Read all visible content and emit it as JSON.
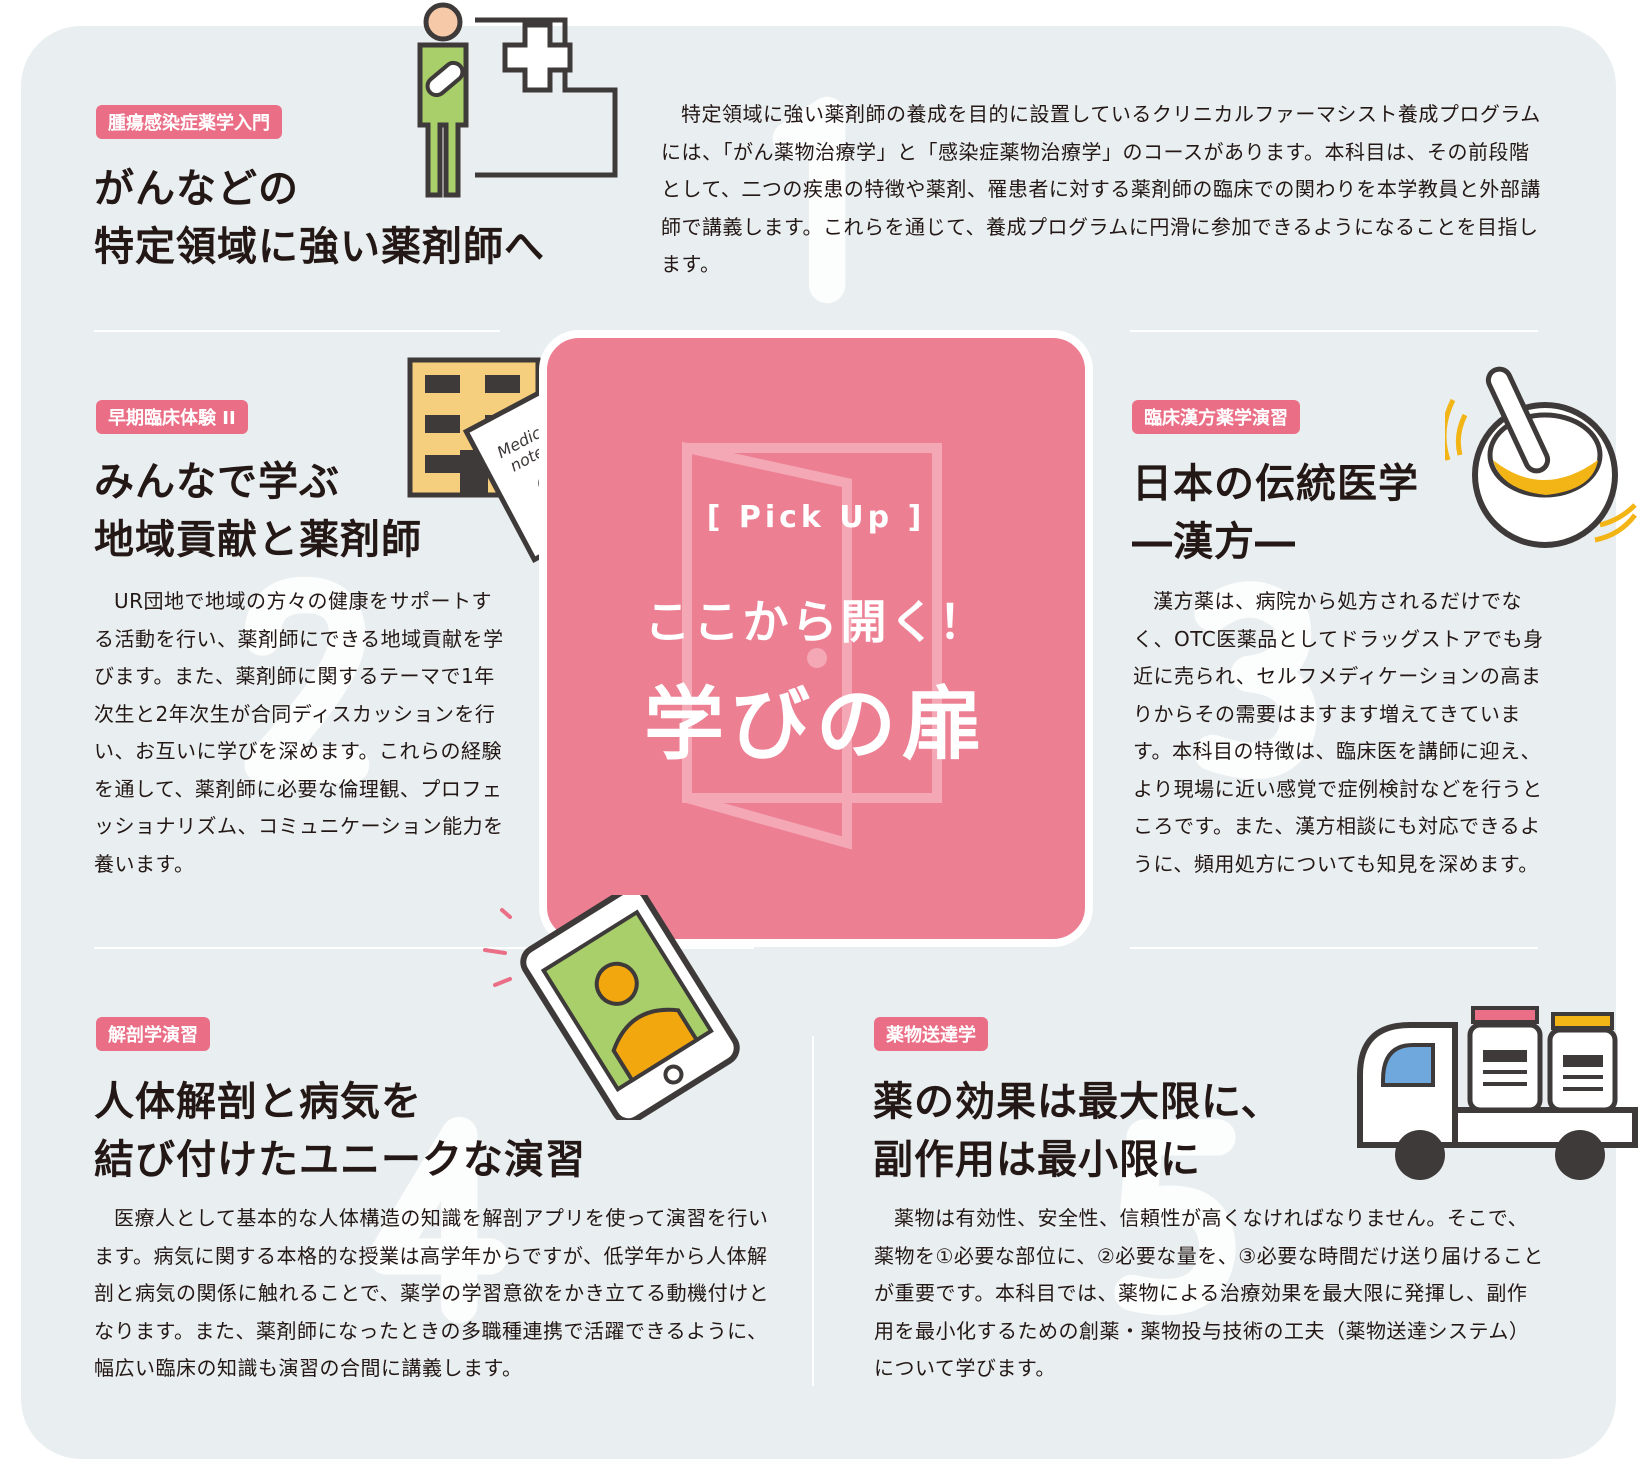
{
  "colors": {
    "accent": "#ea6f86",
    "pickup_bg": "#ed7f93",
    "card_bg": "#e9eef0"
  },
  "pickup": {
    "label": "[ Pick Up ]",
    "line1": "ここから開く！",
    "line2": "学びの扉",
    "icon": "door-icon"
  },
  "sections": [
    {
      "number": "1",
      "tag": "腫瘍感染症薬学入門",
      "heading": "がんなどの\n特定領域に強い薬剤師へ",
      "body": "特定領域に強い薬剤師の養成を目的に設置しているクリニカルファーマシスト養成プログラムには、「がん薬物治療学」と「感染症薬物治療学」のコースがあります。本科目は、その前段階として、二つの疾患の特徴や薬剤、罹患者に対する薬剤師の臨床での関わりを本学教員と外部講師で講義します。これらを通じて、養成プログラムに円滑に参加できるようになることを目指します。",
      "icon": "pharmacist-icon"
    },
    {
      "number": "2",
      "tag": "早期臨床体験 II",
      "heading": "みんなで学ぶ\n地域貢献と薬剤師",
      "body": "UR団地で地域の方々の健康をサポートする活動を行い、薬剤師にできる地域貢献を学びます。また、薬剤師に関するテーマで1年次生と2年次生が合同ディスカッションを行い、お互いに学びを深めます。これらの経験を通して、薬剤師に必要な倫理観、プロフェッショナリズム、コミュニケーション能力を養います。",
      "icon": "apartment-notebook-icon",
      "notebook_text": "Medicine note book"
    },
    {
      "number": "3",
      "tag": "臨床漢方薬学演習",
      "heading": "日本の伝統医学\n―漢方―",
      "body": "漢方薬は、病院から処方されるだけでなく、OTC医薬品としてドラッグストアでも身近に売られ、セルフメディケーションの高まりからその需要はますます増えてきています。本科目の特徴は、臨床医を講師に迎え、より現場に近い感覚で症例検討などを行うところです。また、漢方相談にも対応できるように、頻用処方についても知見を深めます。",
      "icon": "mortar-pestle-icon"
    },
    {
      "number": "4",
      "tag": "解剖学演習",
      "heading": "人体解剖と病気を\n結び付けたユニークな演習",
      "body": "医療人として基本的な人体構造の知識を解剖アプリを使って演習を行います。病気に関する本格的な授業は高学年からですが、低学年から人体解剖と病気の関係に触れることで、薬学の学習意欲をかき立てる動機付けとなります。また、薬剤師になったときの多職種連携で活躍できるように、幅広い臨床の知識も演習の合間に講義します。",
      "icon": "smartphone-anatomy-icon"
    },
    {
      "number": "5",
      "tag": "薬物送達学",
      "heading": "薬の効果は最大限に、\n副作用は最小限に",
      "body": "薬物は有効性、安全性、信頼性が高くなければなりません。そこで、薬物を①必要な部位に、②必要な量を、③必要な時間だけ送り届けることが重要です。本科目では、薬物による治療効果を最大限に発揮し、副作用を最小化するための創薬・薬物投与技術の工夫（薬物送達システム）について学びます。",
      "icon": "delivery-truck-icon"
    }
  ]
}
